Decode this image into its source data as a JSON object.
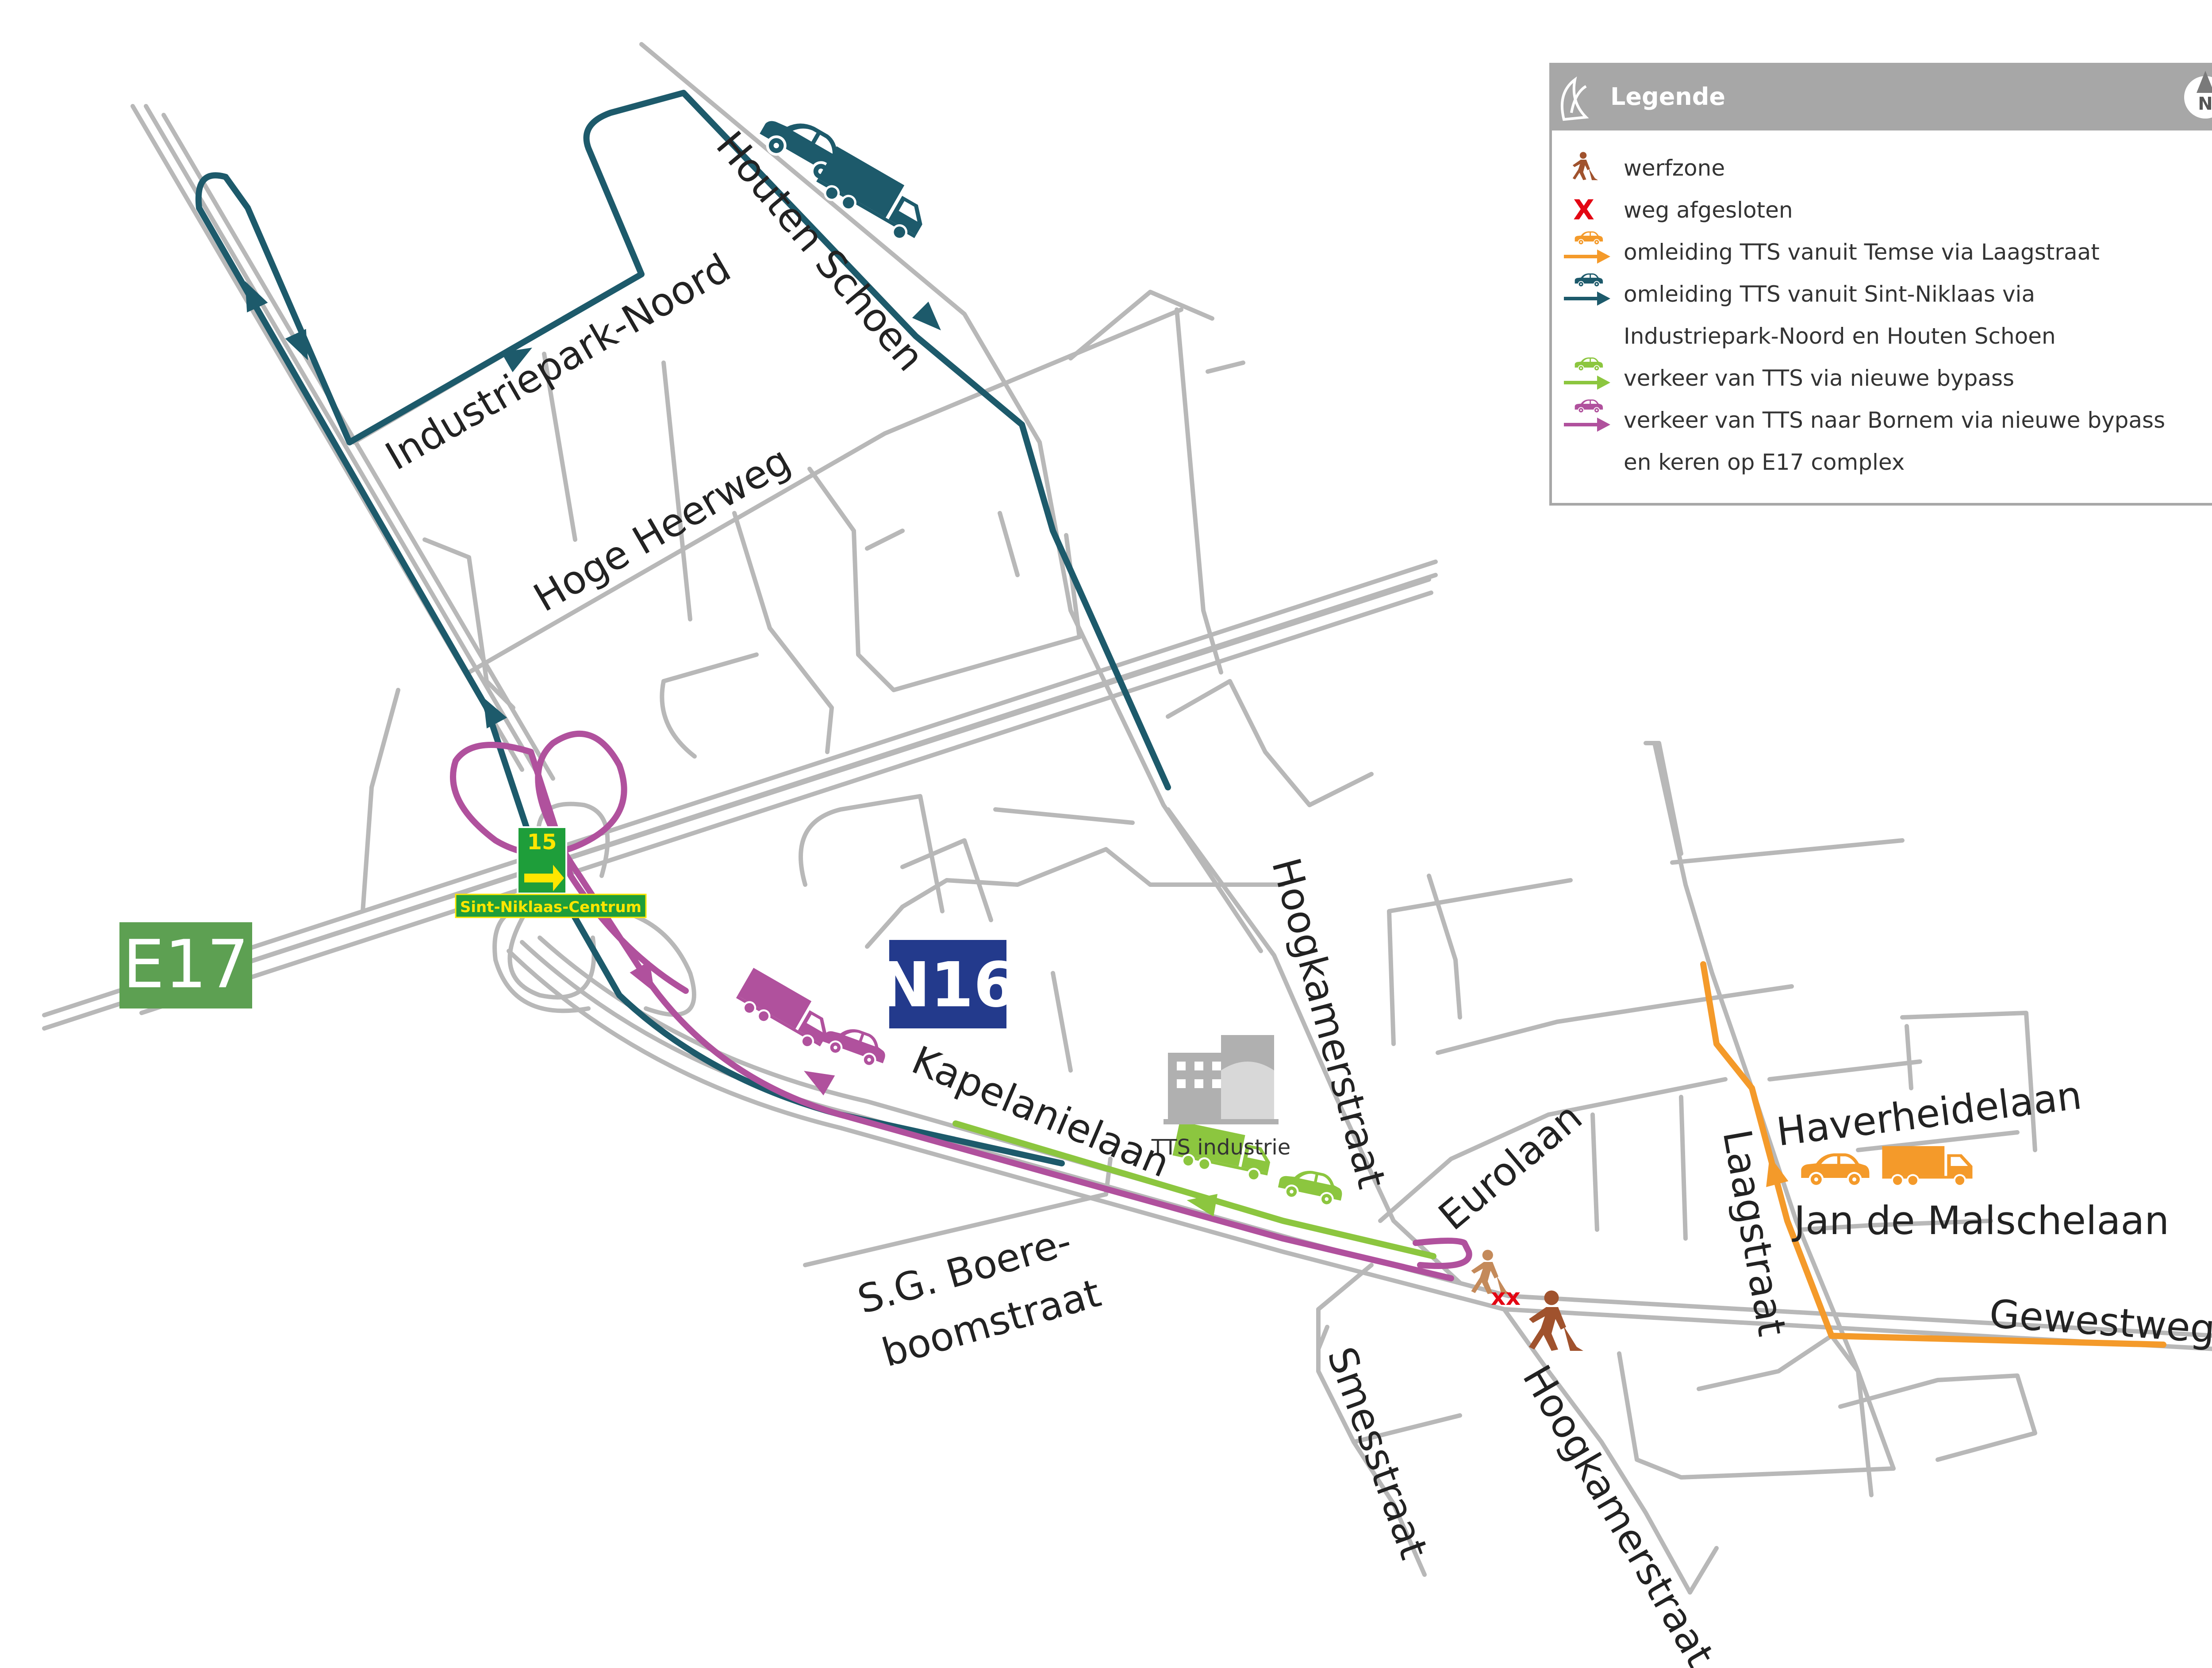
{
  "colors": {
    "road": "#b8b8b8",
    "teal": "#1d5a6b",
    "purple": "#b0519d",
    "green": "#8cc63f",
    "orange": "#f49a2a",
    "werf": "#a0522d",
    "closed": "#e30613",
    "e17_badge": "#5da052",
    "n16_badge": "#233a8c",
    "exit_sign": "#1e9e3a",
    "legend_header": "#a7a7a7"
  },
  "legend": {
    "title": "Legende",
    "north": "N",
    "items": [
      {
        "icon": "werf-icon",
        "label": "werfzone"
      },
      {
        "icon": "closed-x-icon",
        "label": "weg afgesloten"
      },
      {
        "icon": "orange-car-arrow-icon",
        "label": "omleiding TTS vanuit Temse via Laagstraat"
      },
      {
        "icon": "teal-car-arrow-icon",
        "label": "omleiding TTS vanuit Sint-Niklaas via"
      },
      {
        "icon": "",
        "label": "Industriepark-Noord en Houten Schoen"
      },
      {
        "icon": "green-car-arrow-icon",
        "label": "verkeer van TTS via nieuwe bypass"
      },
      {
        "icon": "purple-car-arrow-icon",
        "label": "verkeer van TTS naar Bornem via nieuwe bypass"
      },
      {
        "icon": "",
        "label": "en keren op E17 complex"
      }
    ]
  },
  "badges": {
    "e17": "E17",
    "n16": "N16",
    "exit_number": "15",
    "exit_destination": "Sint-Niklaas-Centrum",
    "closed_marks": "xx"
  },
  "poi": {
    "tts_industrie": "TTS industrie"
  },
  "streets": {
    "houten_schoen": "Houten Schoen",
    "industriepark_noord": "Industriepark-Noord",
    "hoge_heerweg": "Hoge Heerweg",
    "hoogkamerstraat_north": "Hoogkamerstraat",
    "hoogkamerstraat_south": "Hoogkamerstraat",
    "kapelanielaan": "Kapelanielaan",
    "eurolaan": "Eurolaan",
    "sg_line1": "S.G. Boere-",
    "sg_line2": "boomstraat",
    "smesstraat": "Smesstraat",
    "laagstraat": "Laagstraat",
    "haverheidelaan": "Haverheidelaan",
    "jan_de_malschelaan": "Jan de Malschelaan",
    "gewestweg": "Gewestweg"
  }
}
